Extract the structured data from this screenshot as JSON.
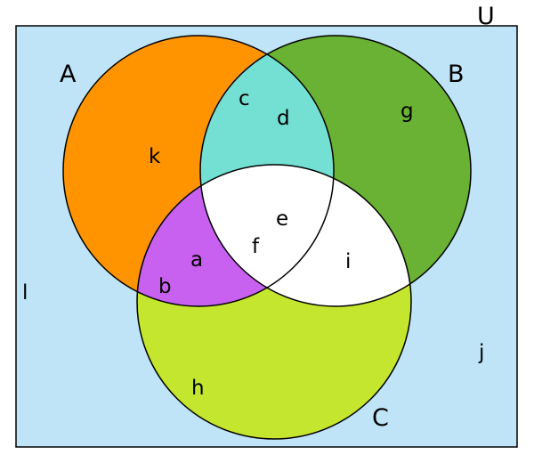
{
  "universe": {
    "label": "U",
    "color": "#bfe4f7"
  },
  "sets": [
    {
      "key": "A",
      "label": "A",
      "color": "#ff9400"
    },
    {
      "key": "B",
      "label": "B",
      "color": "#69b233"
    },
    {
      "key": "C",
      "label": "C",
      "color": "#c5e62e"
    }
  ],
  "regions": {
    "a_only": "#ff9400",
    "b_only": "#69b233",
    "c_only": "#c5e62e",
    "a_and_b": "#74e0d3",
    "a_and_c": "#c861ef",
    "b_and_c": "#ffffff",
    "a_b_c": "#ffffff"
  },
  "elements": {
    "a": "a",
    "b": "b",
    "c": "c",
    "d": "d",
    "e": "e",
    "f": "f",
    "g": "g",
    "h": "h",
    "i": "i",
    "j": "j",
    "k": "k",
    "l": "l"
  }
}
